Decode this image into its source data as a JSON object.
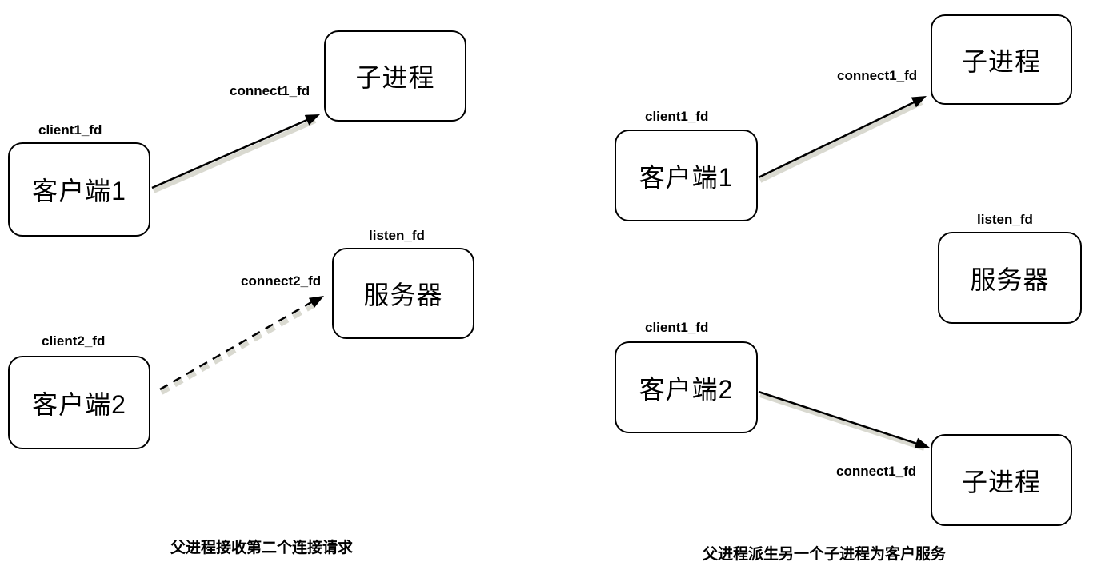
{
  "left": {
    "caption": "父进程接收第二个连接请求",
    "child_label": "子进程",
    "client1_label": "客户端1",
    "server_label": "服务器",
    "client2_label": "客户端2",
    "fd_client1": "client1_fd",
    "fd_connect1": "connect1_fd",
    "fd_listen": "listen_fd",
    "fd_connect2": "connect2_fd",
    "fd_client2": "client2_fd"
  },
  "right": {
    "caption": "父进程派生另一个子进程为客户服务",
    "child_top_label": "子进程",
    "client1_label": "客户端1",
    "server_label": "服务器",
    "client2_label": "客户端2",
    "child_bottom_label": "子进程",
    "fd_client1_top": "client1_fd",
    "fd_connect1_top": "connect1_fd",
    "fd_listen": "listen_fd",
    "fd_client1_bottom": "client1_fd",
    "fd_connect1_bottom": "connect1_fd"
  },
  "colors": {
    "line": "#000000",
    "background": "#ffffff",
    "arrow_shadow": "#d9d9d0"
  }
}
